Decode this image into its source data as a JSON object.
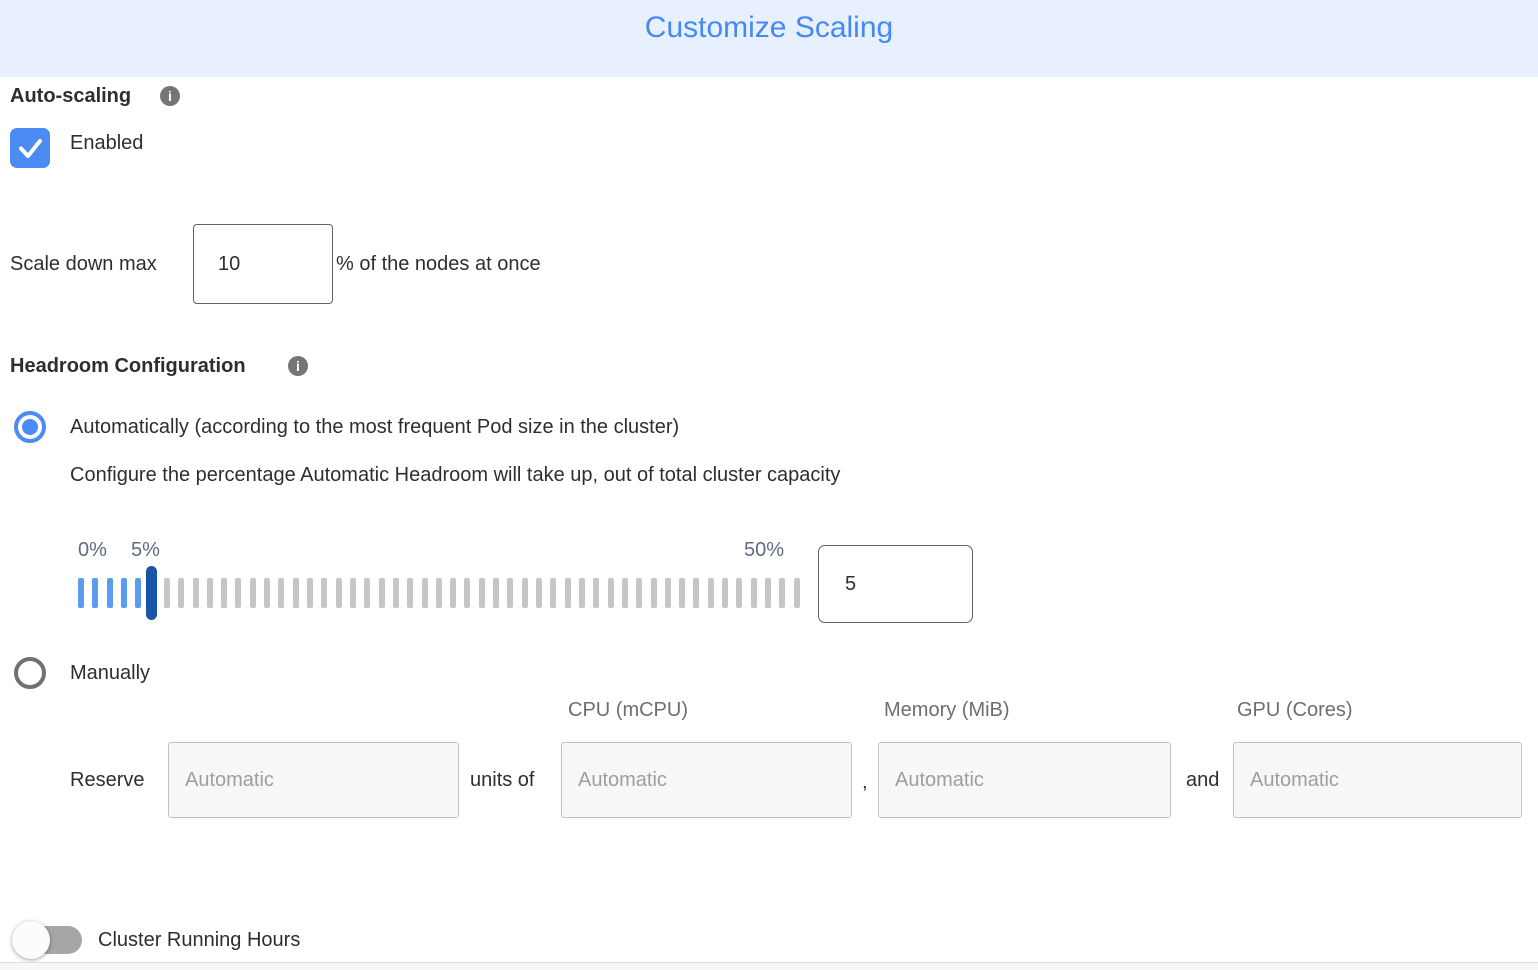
{
  "header": {
    "title": "Customize Scaling"
  },
  "auto_scaling": {
    "label": "Auto-scaling",
    "info_icon": "info-icon",
    "checkbox_checked": true,
    "enabled_label": "Enabled"
  },
  "scale_down": {
    "prefix_label": "Scale down max",
    "value": "10",
    "suffix_label": "% of the nodes at once"
  },
  "headroom": {
    "label": "Headroom Configuration",
    "info_icon": "info-icon",
    "auto_option_label": "Automatically (according to the most frequent Pod size in the cluster)",
    "auto_option_selected": true,
    "auto_description": "Configure the percentage Automatic Headroom will take up, out of total cluster capacity",
    "manual_option_label": "Manually",
    "manual_option_selected": false,
    "slider": {
      "min_label": "0%",
      "current_label": "5%",
      "max_label": "50%",
      "value": "5",
      "tick_count": 51,
      "filled_ticks": 6,
      "handle_index": 5
    }
  },
  "manual_reserve": {
    "columns": [
      "CPU (mCPU)",
      "Memory (MiB)",
      "GPU (Cores)"
    ],
    "reserve_label": "Reserve",
    "units_of_label": "units of",
    "comma_separator": ",",
    "and_label": "and",
    "count_placeholder": "Automatic",
    "cpu_placeholder": "Automatic",
    "memory_placeholder": "Automatic",
    "gpu_placeholder": "Automatic"
  },
  "cluster_running_hours": {
    "label": "Cluster Running Hours",
    "toggle_on": false
  },
  "colors": {
    "accent_blue": "#4C8BF5",
    "header_bg": "#E8F0FE",
    "tick_blue": "#5B9CF0",
    "handle_blue": "#1A55A8",
    "tick_grey": "#C6C6C6",
    "slider_label": "#5d6b85"
  }
}
